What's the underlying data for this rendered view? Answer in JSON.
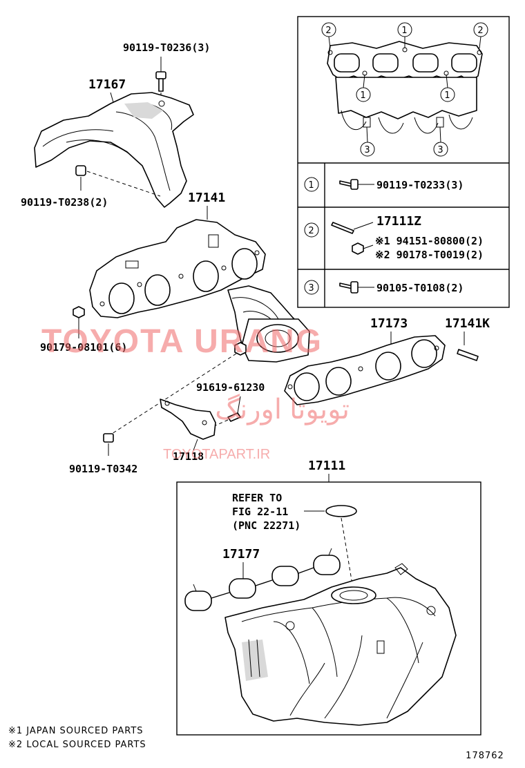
{
  "watermark": {
    "brand": "TOYOTA URANG",
    "persian": "تویوتا اورنگ",
    "site": "TOYOTAPART.IR"
  },
  "labels": {
    "bolt_0236": "90119-T0236(3)",
    "heat_insulator": "17167",
    "bolt_0238": "90119-T0238(2)",
    "manifold": "17141",
    "nut_08101": "90179-08101(6)",
    "gasket_173": "17173",
    "stud_141k": "17141K",
    "bolt_61230": "91619-61230",
    "stay_118": "17118",
    "bolt_0342": "90119-T0342",
    "intake_111": "17111",
    "gasket_177": "17177",
    "refer_1": "REFER TO",
    "refer_2": "FIG 22-11",
    "refer_3": "(PNC 22271)",
    "fig_number": "178762"
  },
  "inset_table": {
    "callouts": [
      "1",
      "2",
      "3"
    ],
    "rows": [
      {
        "ref": "1",
        "parts": [
          "90119-T0233(3)"
        ]
      },
      {
        "ref": "2",
        "parts": [
          "17111Z",
          "※1 94151-80800(2)",
          "※2 90178-T0019(2)"
        ]
      },
      {
        "ref": "3",
        "parts": [
          "90105-T0108(2)"
        ]
      }
    ]
  },
  "footnotes": [
    "※1 JAPAN SOURCED PARTS",
    "※2 LOCAL SOURCED PARTS"
  ]
}
